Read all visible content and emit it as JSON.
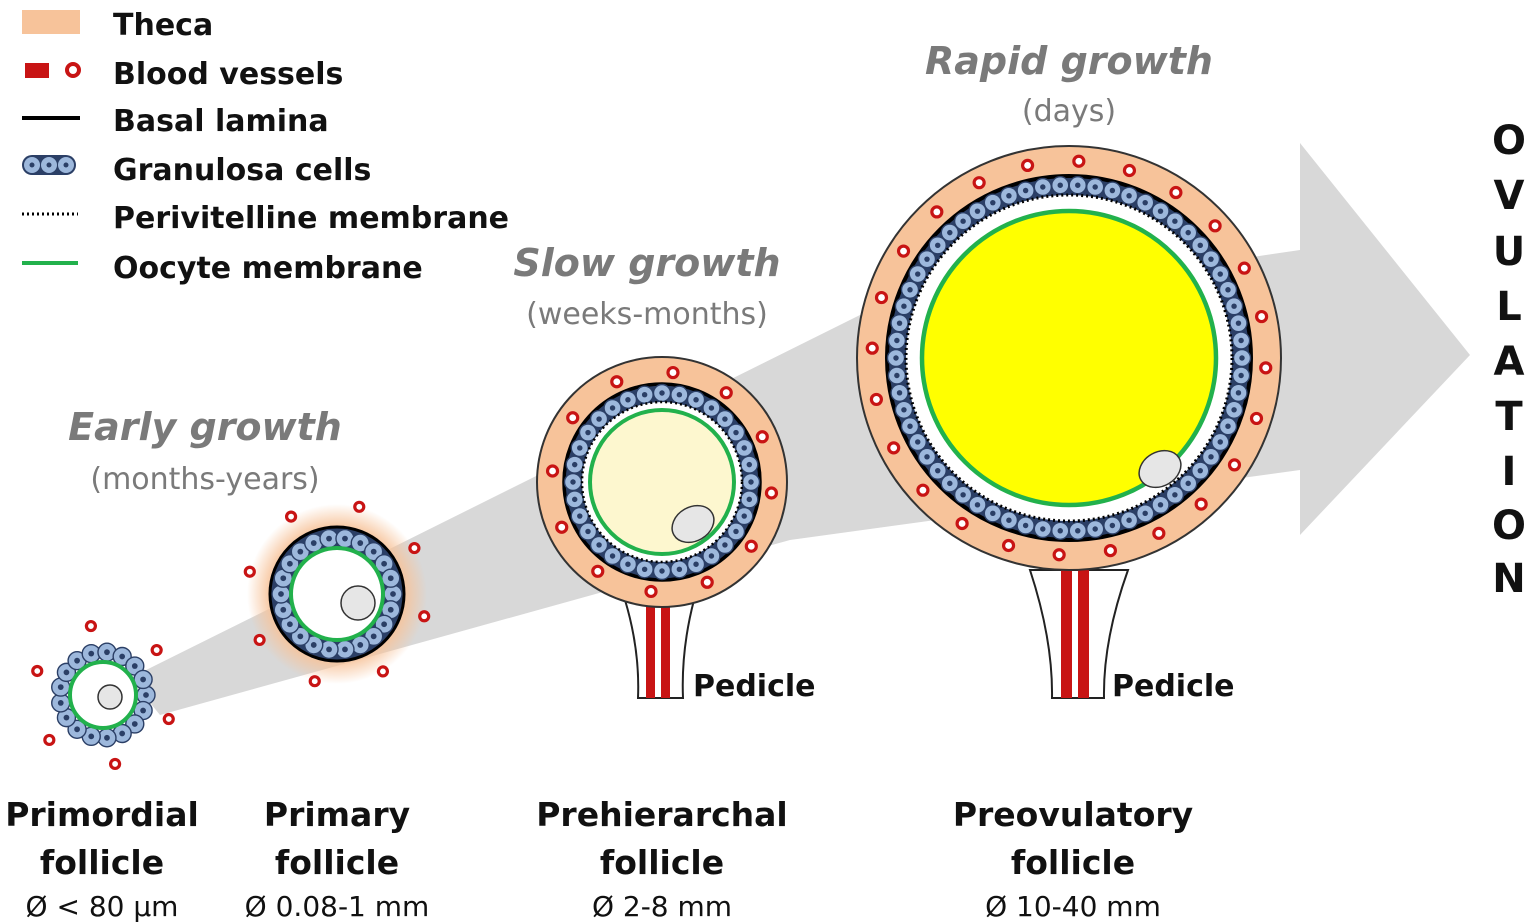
{
  "legend": {
    "items": [
      {
        "label": "Theca",
        "icon": "theca-swatch-icon",
        "color": "#f7c39a"
      },
      {
        "label": "Blood vessels",
        "icon": "blood-vessel-icon",
        "color": "#c81414"
      },
      {
        "label": "Basal lamina",
        "icon": "solid-line-icon",
        "color": "#000000"
      },
      {
        "label": "Granulosa cells",
        "icon": "granulosa-cells-icon",
        "color": "#9db8dc"
      },
      {
        "label": "Perivitelline membrane",
        "icon": "dotted-line-icon",
        "color": "#000000"
      },
      {
        "label": "Oocyte membrane",
        "icon": "green-line-icon",
        "color": "#22b14c"
      }
    ]
  },
  "phases": {
    "early": {
      "title": "Early growth",
      "subtitle": "(months-years)"
    },
    "slow": {
      "title": "Slow growth",
      "subtitle": "(weeks-months)"
    },
    "rapid": {
      "title": "Rapid growth",
      "subtitle": "(days)"
    }
  },
  "stages": {
    "primordial": {
      "name_line1": "Primordial",
      "name_line2": "follicle",
      "size": "Ø < 80 µm"
    },
    "primary": {
      "name_line1": "Primary",
      "name_line2": "follicle",
      "size": "Ø 0.08-1 mm"
    },
    "prehierarchal": {
      "name_line1": "Prehierarchal",
      "name_line2": "follicle",
      "size": "Ø 2-8 mm",
      "pedicle": "Pedicle"
    },
    "preovulatory": {
      "name_line1": "Preovulatory",
      "name_line2": "follicle",
      "size": "Ø 10-40 mm",
      "pedicle": "Pedicle"
    }
  },
  "ovulation": [
    "O",
    "V",
    "U",
    "L",
    "A",
    "T",
    "I",
    "O",
    "N"
  ],
  "colors": {
    "theca": "#f7c39a",
    "blood": "#c81414",
    "granulosa_fill": "#9db8dc",
    "granulosa_core": "#2b3f66",
    "oocyte_membrane": "#22b14c",
    "yolk_prehierarchal": "#fdf7cf",
    "yolk_preovulatory": "#ffff00",
    "arrow": "#d8d8d8"
  }
}
